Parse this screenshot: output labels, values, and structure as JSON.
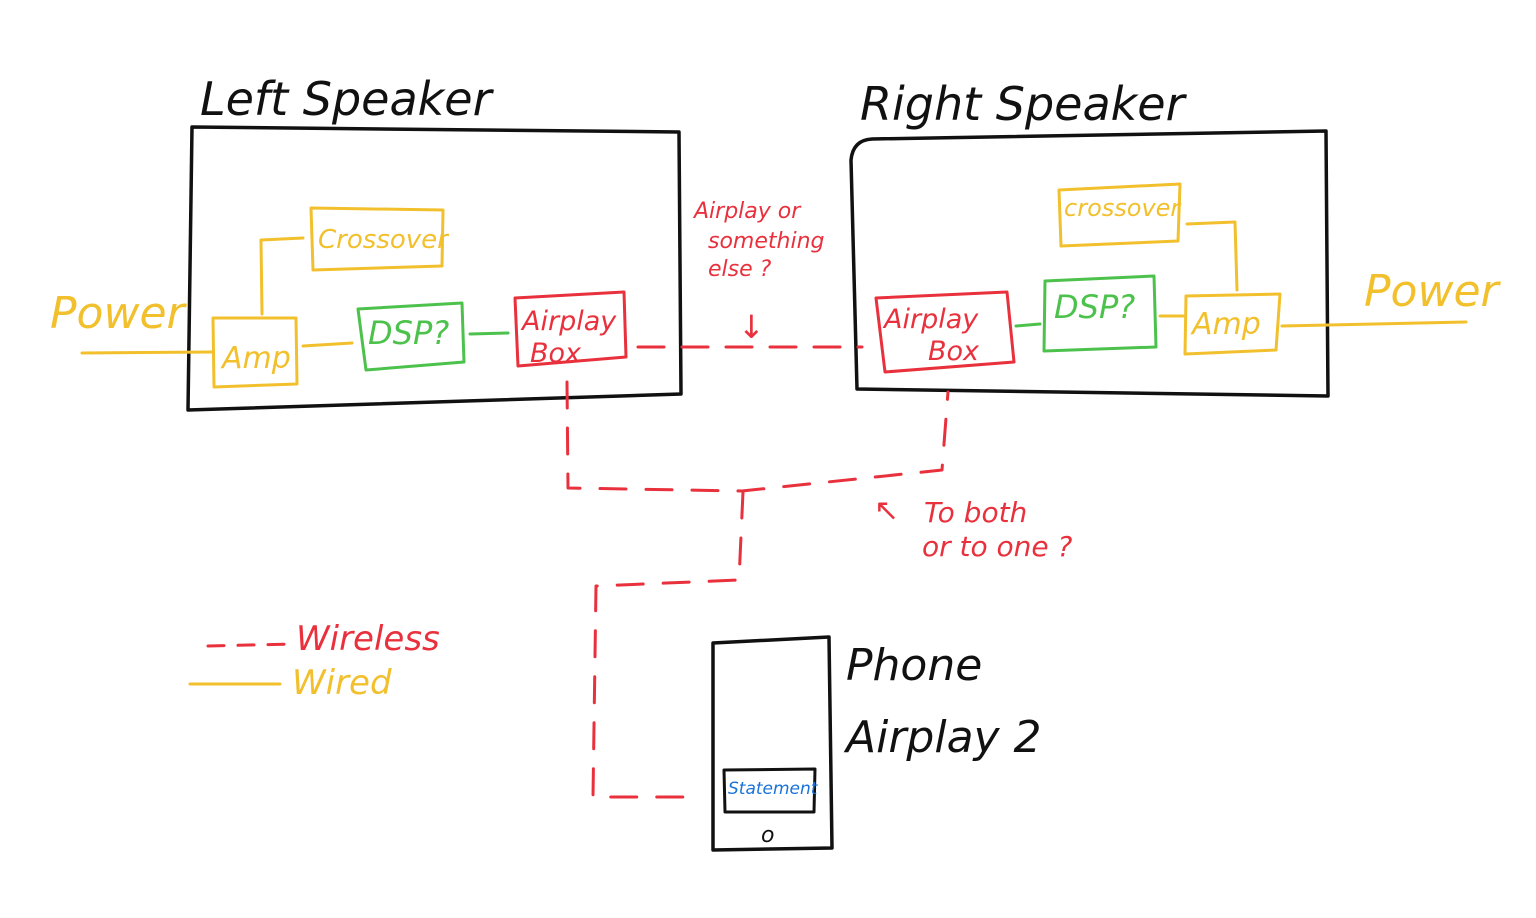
{
  "colors": {
    "ink": "#111111",
    "wired": "#f2c02d",
    "dsp": "#4cc24c",
    "wireless": "#e8313d",
    "screen_text": "#1a73d9"
  },
  "left_speaker": {
    "title": "Left Speaker",
    "crossover": "Crossover",
    "amp": "Amp",
    "dsp": "DSP?",
    "airplay_line1": "Airplay",
    "airplay_line2": "Box",
    "power": "Power"
  },
  "right_speaker": {
    "title": "Right Speaker",
    "crossover": "crossover",
    "amp": "Amp",
    "dsp": "DSP?",
    "airplay_line1": "Airplay",
    "airplay_line2": "Box",
    "power": "Power"
  },
  "annotations": {
    "link_question_line1": "Airplay or",
    "link_question_line2": "something",
    "link_question_line3": "else ?",
    "link_arrow": "↓",
    "fanout_arrow": "↖",
    "fanout_question_line1": "To both",
    "fanout_question_line2": "or to one ?"
  },
  "phone": {
    "label_line1": "Phone",
    "label_line2": "Airplay 2",
    "screen_button": "Statement",
    "home_button": "o"
  },
  "legend": {
    "wireless": "Wireless",
    "wired": "Wired"
  }
}
